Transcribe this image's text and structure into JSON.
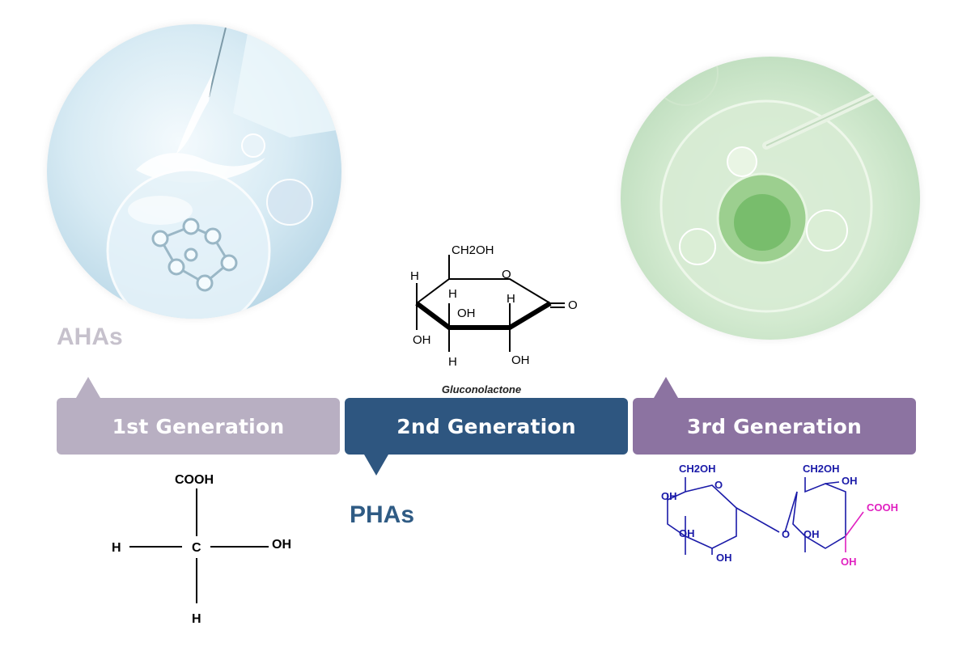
{
  "generations": [
    {
      "label": "1st Generation",
      "color": "#b8afc2"
    },
    {
      "label": "2nd Generation",
      "color": "#2e5680"
    },
    {
      "label": "3rd Generation",
      "color": "#8c73a1"
    }
  ],
  "acid_labels": {
    "aha": "AHAs",
    "pha": "PHAs"
  },
  "gluconolactone": {
    "caption": "Gluconolactone",
    "atoms": {
      "ch2oh": "CH2OH",
      "o_ring": "O",
      "o_carbonyl": "O",
      "h": "H",
      "oh": "OH"
    }
  },
  "glycolic": {
    "cooh": "COOH",
    "c": "C",
    "h": "H",
    "oh": "OH"
  },
  "lactobionic": {
    "ch2oh": "CH2OH",
    "oh": "OH",
    "o": "O",
    "cooh": "COOH",
    "ring_color": "#1a1aa8",
    "acid_color": "#e020c0"
  },
  "photos": {
    "left": {
      "icon": "water-splash-bubble-icon"
    },
    "right": {
      "icon": "green-droplet-pipette-icon"
    }
  }
}
